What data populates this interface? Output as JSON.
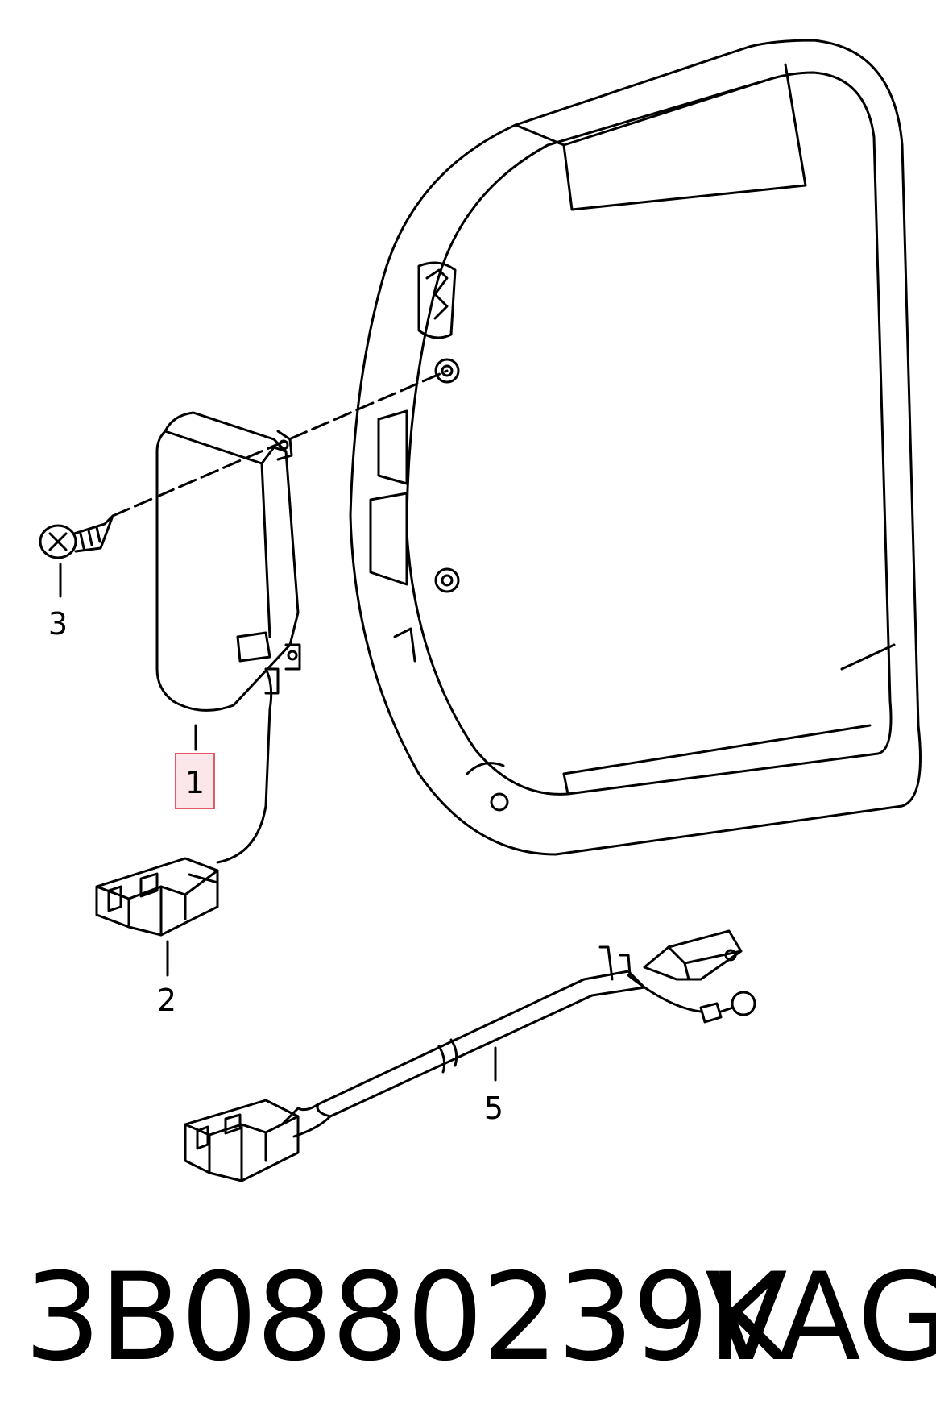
{
  "diagram": {
    "callouts": {
      "part1": "1",
      "part2": "2",
      "part3": "3",
      "part5": "5"
    },
    "highlight_color": "#e05a6a"
  },
  "caption": {
    "part_number": "3B0880239K",
    "brand": "VAG"
  }
}
